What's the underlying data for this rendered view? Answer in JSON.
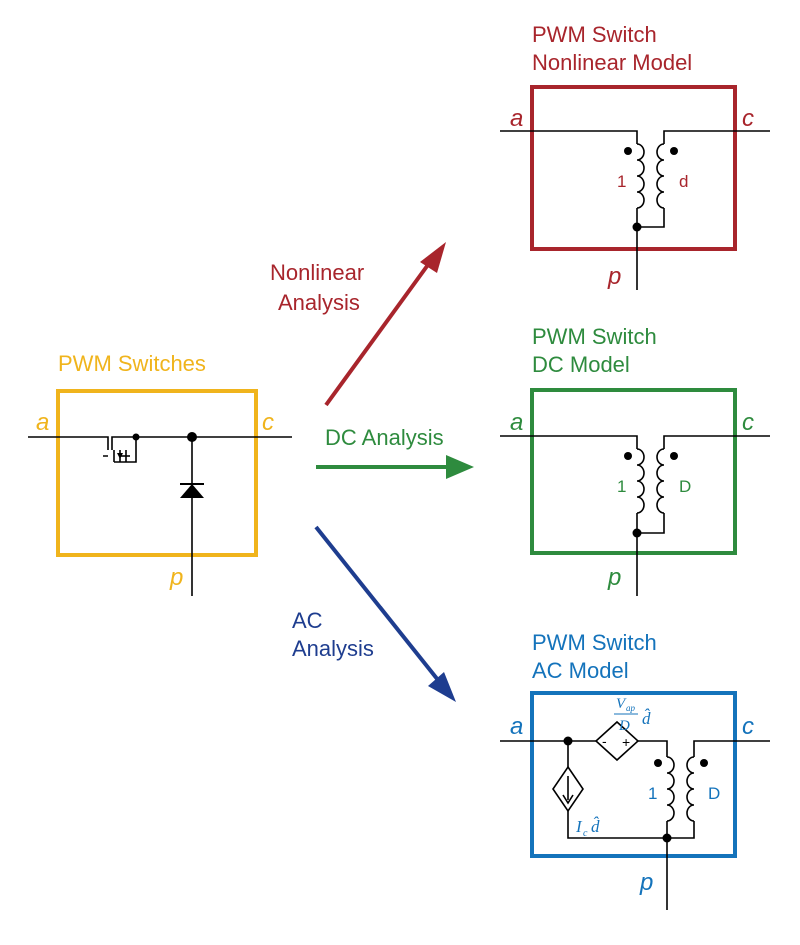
{
  "colors": {
    "yellow": "#f0b41c",
    "red": "#a8252c",
    "green": "#2e8b3e",
    "blue": "#1473bb",
    "arrow_blue": "#1e3d8f",
    "black": "#000000"
  },
  "switches": {
    "title": "PWM Switches",
    "terminal_a": "a",
    "terminal_c": "c",
    "terminal_p": "p"
  },
  "arrows": {
    "nonlinear_line1": "Nonlinear",
    "nonlinear_line2": "Analysis",
    "dc": "DC Analysis",
    "ac_line1": "AC",
    "ac_line2": "Analysis"
  },
  "nonlinear_model": {
    "title_line1": "PWM Switch",
    "title_line2": "Nonlinear Model",
    "terminal_a": "a",
    "terminal_c": "c",
    "terminal_p": "p",
    "turns_primary": "1",
    "turns_secondary": "d"
  },
  "dc_model": {
    "title_line1": "PWM Switch",
    "title_line2": "DC Model",
    "terminal_a": "a",
    "terminal_c": "c",
    "terminal_p": "p",
    "turns_primary": "1",
    "turns_secondary": "D"
  },
  "ac_model": {
    "title_line1": "PWM Switch",
    "title_line2": "AC Model",
    "terminal_a": "a",
    "terminal_c": "c",
    "terminal_p": "p",
    "turns_primary": "1",
    "turns_secondary": "D",
    "source_minus": "-",
    "source_plus": "+",
    "voltage_num": "V",
    "voltage_num_sub": "ap",
    "voltage_den": "D",
    "voltage_factor": "d̂",
    "current_label": "I",
    "current_sub": "c",
    "current_factor": "d̂"
  }
}
